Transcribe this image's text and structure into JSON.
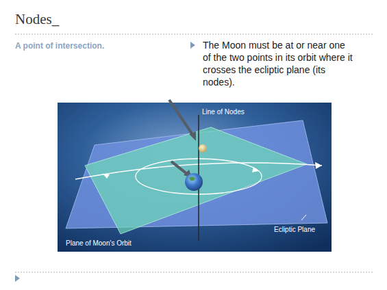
{
  "diagram": {
    "title": "Nodes_",
    "labels": [
      "A point of intersection.",
      "The Moon must be at or near one of the two points in its orbit where it crosses the ecliptic plane (its nodes).",
      "Line of Nodes",
      "Plane of Moon's Orbit",
      "Ecliptic Plane"
    ]
  }
}
